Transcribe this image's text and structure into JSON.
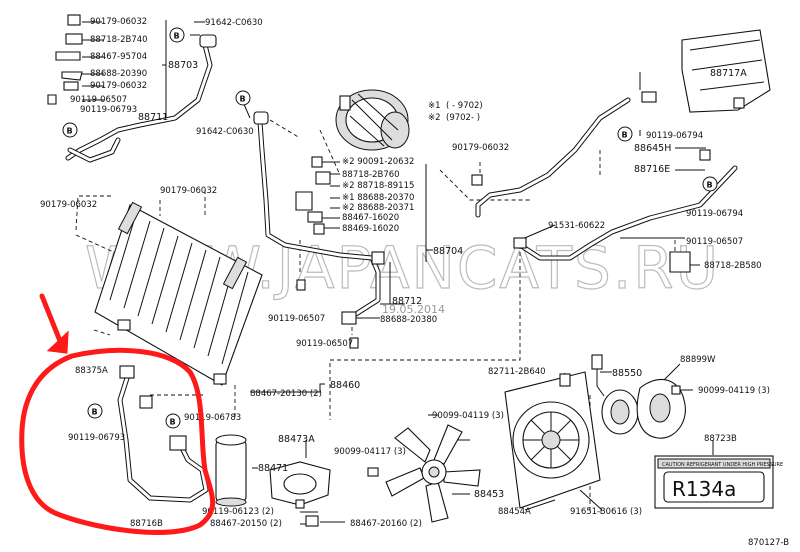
{
  "watermark": {
    "site": "WWW.JAPANCATS.RU",
    "date": "19.05.2014"
  },
  "footer": {
    "code": "870127-B"
  },
  "refrigerant_label": {
    "caution": "CAUTION  REFRIGERANT UNDER HIGH PRESSURE",
    "type": "R134a"
  },
  "legend": {
    "note1_mark": "※1",
    "note1_range": "( - 9702)",
    "note2_mark": "※2",
    "note2_range": "(9702- )"
  },
  "callouts": [
    {
      "id": "c01",
      "text": "90179-06032"
    },
    {
      "id": "c02",
      "text": "88718-2B740"
    },
    {
      "id": "c03",
      "text": "88467-95704"
    },
    {
      "id": "c04",
      "text": "88688-20390"
    },
    {
      "id": "c05",
      "text": "90179-06032"
    },
    {
      "id": "c06",
      "text": "90119-06507"
    },
    {
      "id": "c07",
      "text": "90119-06793"
    },
    {
      "id": "c08",
      "text": "88711"
    },
    {
      "id": "c09",
      "text": "88703"
    },
    {
      "id": "c10",
      "text": "91642-C0630"
    },
    {
      "id": "c11",
      "text": "91642-C0630"
    },
    {
      "id": "c12",
      "text": "※2 90091-20632"
    },
    {
      "id": "c13",
      "text": "88718-2B760"
    },
    {
      "id": "c14",
      "text": "※2 88718-89115"
    },
    {
      "id": "c15",
      "text": "※1 88688-20370"
    },
    {
      "id": "c16",
      "text": "※2 88688-20371"
    },
    {
      "id": "c17",
      "text": "88467-16020"
    },
    {
      "id": "c18",
      "text": "88469-16020"
    },
    {
      "id": "c19",
      "text": "88704"
    },
    {
      "id": "c20",
      "text": "88712"
    },
    {
      "id": "c21",
      "text": "88688-20380"
    },
    {
      "id": "c22",
      "text": "90119-06507"
    },
    {
      "id": "c23",
      "text": "90119-06507"
    },
    {
      "id": "c24",
      "text": "90179-06032"
    },
    {
      "id": "c25",
      "text": "90179-06032"
    },
    {
      "id": "c26",
      "text": "88467-20130 (2)"
    },
    {
      "id": "c27",
      "text": "88460"
    },
    {
      "id": "c28",
      "text": "88717A"
    },
    {
      "id": "c29",
      "text": "90119-06794"
    },
    {
      "id": "c30",
      "text": "88645H"
    },
    {
      "id": "c31",
      "text": "88716E"
    },
    {
      "id": "c32",
      "text": "90119-06794"
    },
    {
      "id": "c33",
      "text": "90179-06032"
    },
    {
      "id": "c34",
      "text": "91531-60622"
    },
    {
      "id": "c35",
      "text": "90119-06507"
    },
    {
      "id": "c36",
      "text": "88718-2B580"
    },
    {
      "id": "c37",
      "text": "88375A"
    },
    {
      "id": "c38",
      "text": "90119-06793"
    },
    {
      "id": "c39",
      "text": "90119-06783"
    },
    {
      "id": "c40",
      "text": "88473A"
    },
    {
      "id": "c41",
      "text": "88471"
    },
    {
      "id": "c42",
      "text": "90099-04117 (3)"
    },
    {
      "id": "c43",
      "text": "90119-06123 (2)"
    },
    {
      "id": "c44",
      "text": "88467-20150 (2)"
    },
    {
      "id": "c45",
      "text": "88467-20160 (2)"
    },
    {
      "id": "c46",
      "text": "88716B"
    },
    {
      "id": "c47",
      "text": "82711-2B640"
    },
    {
      "id": "c48",
      "text": "88550"
    },
    {
      "id": "c49",
      "text": "88899W"
    },
    {
      "id": "c50",
      "text": "90099-04119 (3)"
    },
    {
      "id": "c51",
      "text": "90099-04119 (3)"
    },
    {
      "id": "c52",
      "text": "88453"
    },
    {
      "id": "c53",
      "text": "88454A"
    },
    {
      "id": "c54",
      "text": "91651-B0616 (3)"
    },
    {
      "id": "c55",
      "text": "88723B"
    }
  ],
  "b_marker": "B"
}
